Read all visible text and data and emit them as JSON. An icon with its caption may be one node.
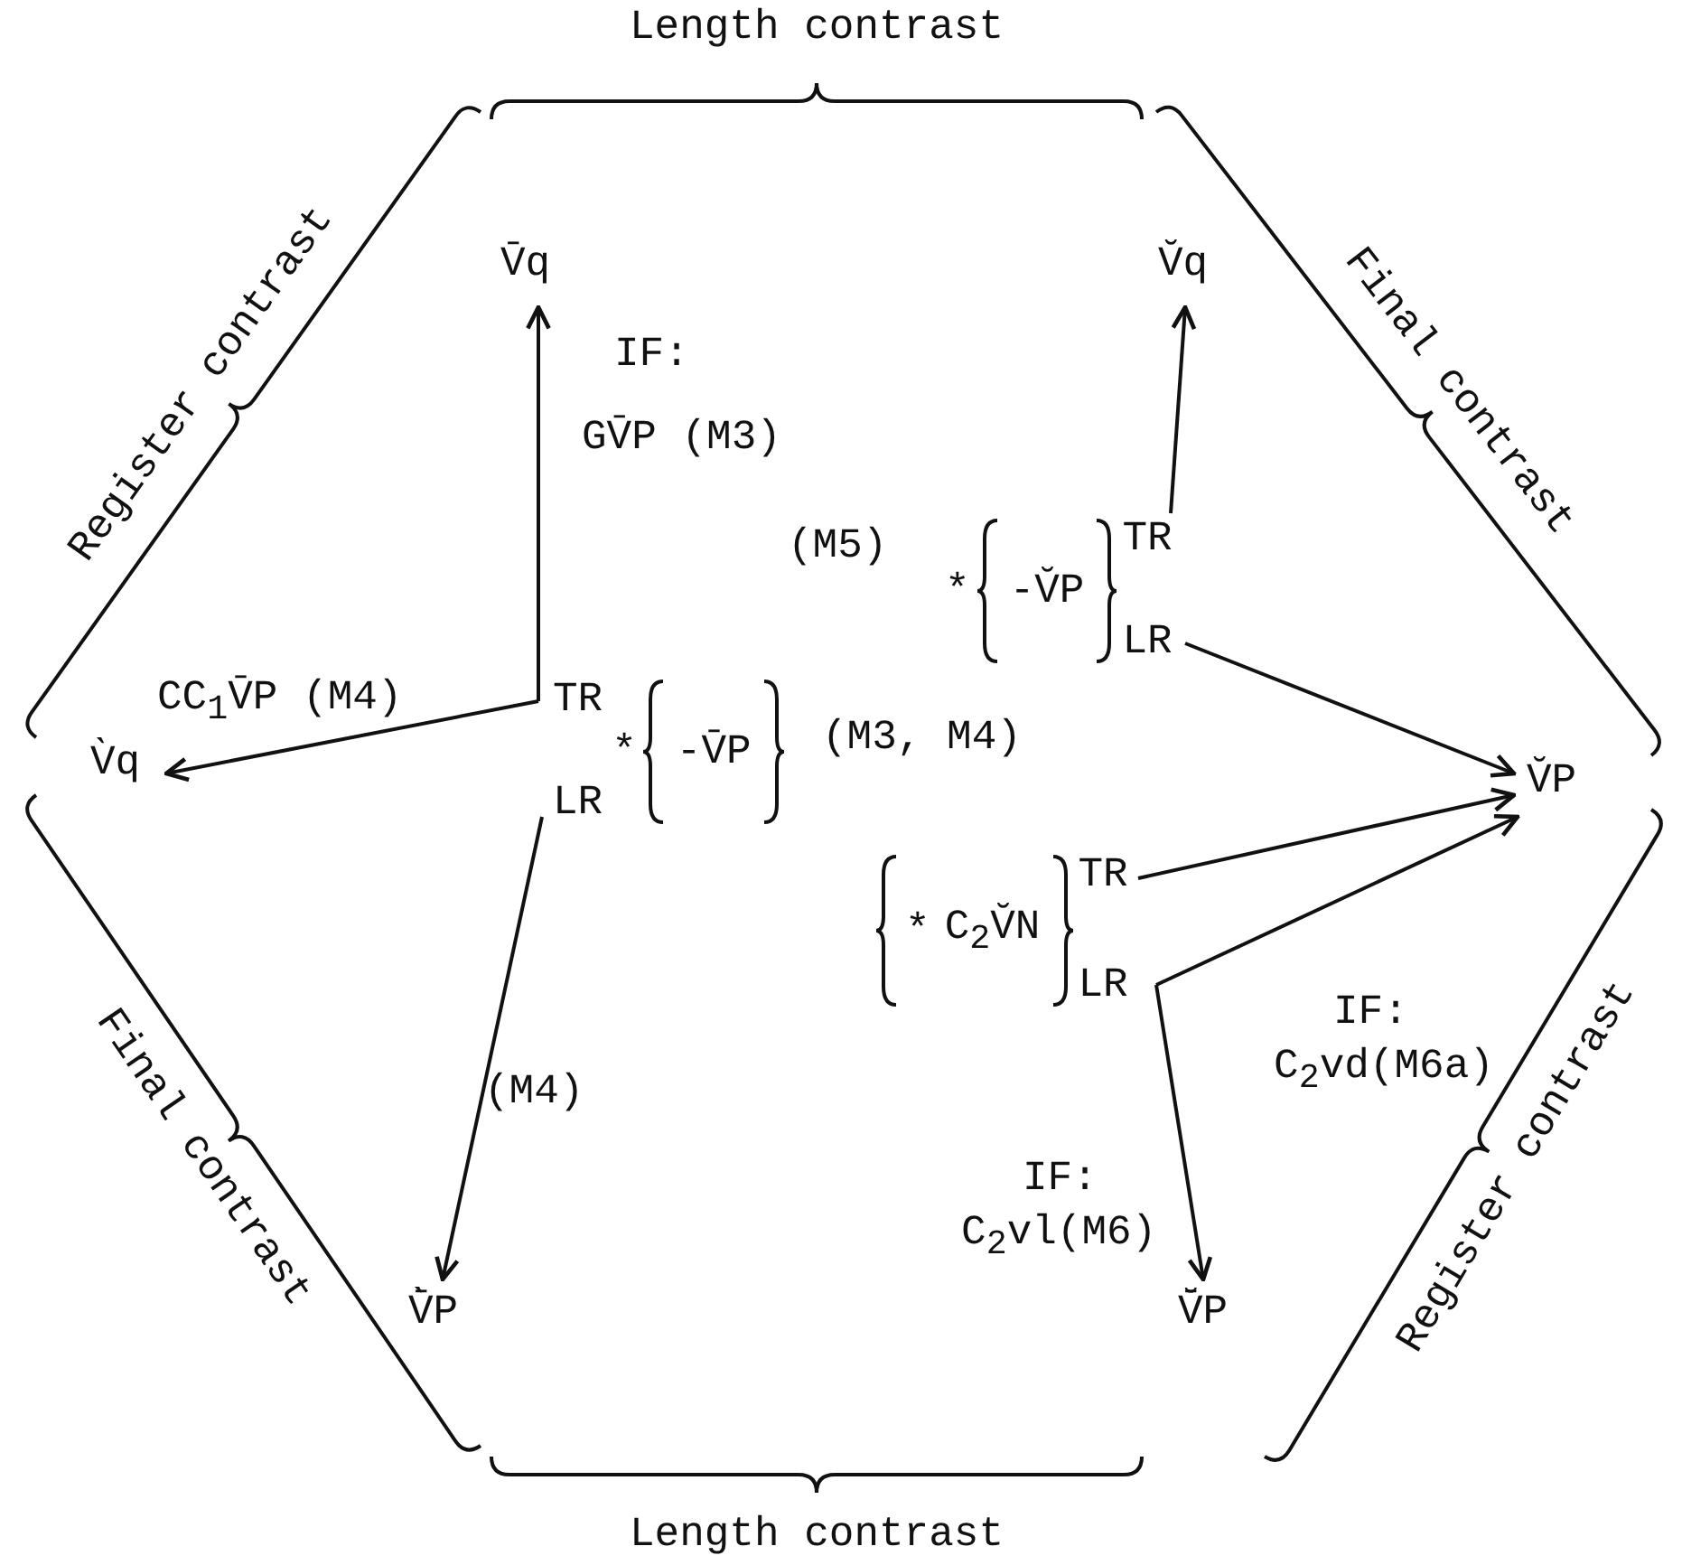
{
  "diagram": {
    "nodes": [
      {
        "text": [
          "V̄q"
        ]
      },
      {
        "text": [
          "V̆q"
        ]
      },
      {
        "text": [
          "V̀q"
        ]
      },
      {
        "text": [
          "TR",
          "LR",
          "*",
          "-V̄P"
        ],
        "beside": [
          "(M3, M4)"
        ]
      },
      {
        "text": [
          "*",
          "-V̆P",
          "TR",
          "LR"
        ],
        "beside": [
          "(M5)"
        ]
      },
      {
        "text": [
          "V̆P"
        ]
      },
      {
        "text": [
          "*",
          "C$_{2}$V̆N",
          "TR",
          "LR"
        ]
      },
      {
        "text": [
          "V̄̀P"
        ]
      },
      {
        "text": [
          "V̄̆P"
        ]
      }
    ],
    "edges": [
      {
        "from": 3,
        "to": 0,
        "arrow": "to"
      },
      {
        "from": 3,
        "to": 2,
        "arrow": "to",
        "label": "CC$_{1}$V̄P (M4)"
      },
      {
        "from": 3,
        "to": 7,
        "arrow": "to",
        "label": "(M4)"
      },
      {
        "from": 4,
        "to": 1,
        "arrow": "to"
      },
      {
        "from": 4,
        "to": 5,
        "arrow": "to"
      },
      {
        "from": 6,
        "to": 5,
        "arrow": "to"
      },
      {
        "from": 6,
        "to": 5,
        "arrow": "to"
      },
      {
        "from": 6,
        "to": 8,
        "arrow": "to"
      }
    ],
    "labels": [
      "Length contrast",
      "Register contrast",
      "Final contrast",
      "IF:",
      "GV̄P (M3)",
      "IF:",
      "C$_{2}$vd(M6a)",
      "IF:",
      "C$_{2}$vl(M6)",
      "Final contrast",
      "Register contrast",
      "Length contrast"
    ]
  }
}
